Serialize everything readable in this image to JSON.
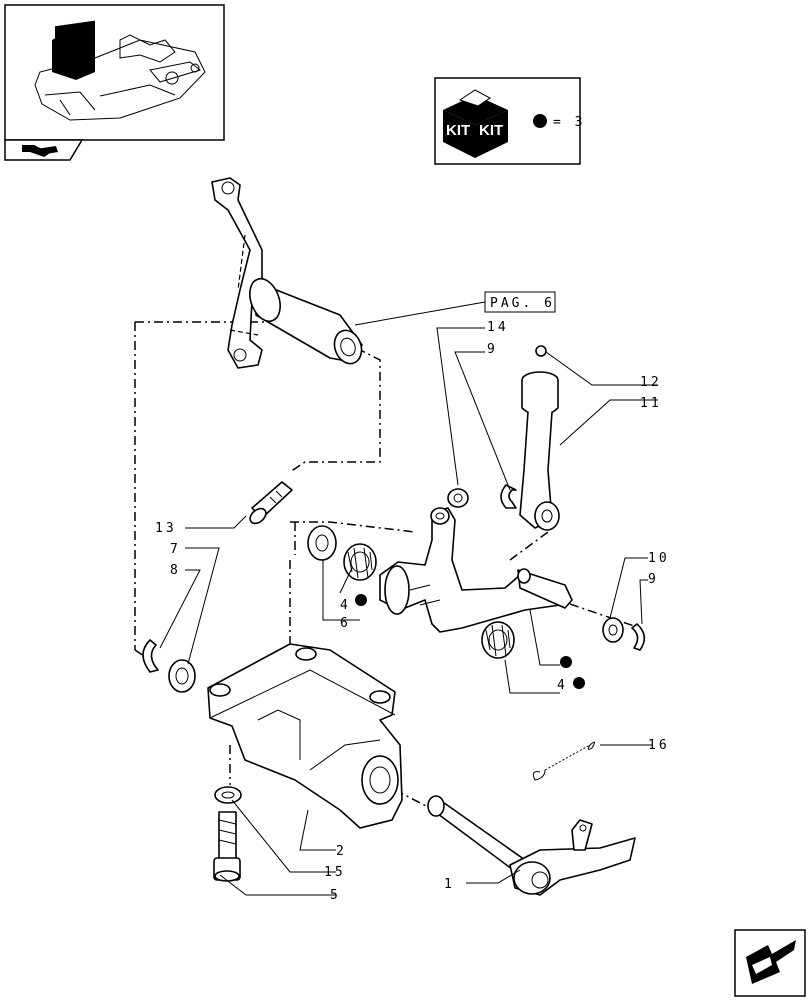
{
  "kit_legend": {
    "icon_text_left": "KIT",
    "icon_text_right": "KIT",
    "legend_text": "= 3"
  },
  "reference": {
    "page_ref": "PAG. 6"
  },
  "callouts": [
    {
      "id": "c14",
      "text": "14"
    },
    {
      "id": "c9a",
      "text": "9"
    },
    {
      "id": "c12",
      "text": "12"
    },
    {
      "id": "c11",
      "text": "11"
    },
    {
      "id": "c13",
      "text": "13"
    },
    {
      "id": "c7",
      "text": "7"
    },
    {
      "id": "c8",
      "text": "8"
    },
    {
      "id": "c4a",
      "text": "4"
    },
    {
      "id": "c6",
      "text": "6"
    },
    {
      "id": "c10",
      "text": "10"
    },
    {
      "id": "c9b",
      "text": "9"
    },
    {
      "id": "c4b",
      "text": "4"
    },
    {
      "id": "c16",
      "text": "16"
    },
    {
      "id": "c2",
      "text": "2"
    },
    {
      "id": "c15",
      "text": "15"
    },
    {
      "id": "c5",
      "text": "5"
    },
    {
      "id": "c1",
      "text": "1"
    }
  ],
  "kit_marker_color": "#000000",
  "icons": [
    "thumbnail-overview",
    "nav-back-icon",
    "next-page-icon",
    "kit-box-icon"
  ]
}
